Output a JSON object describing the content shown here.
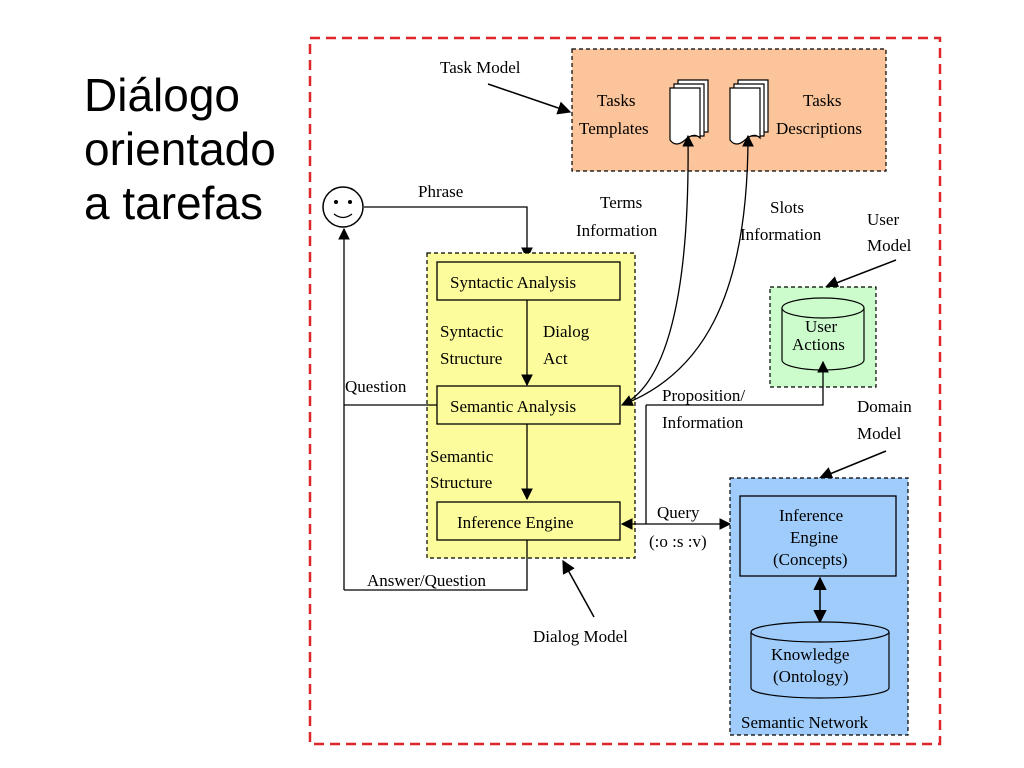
{
  "slide": {
    "title_lines": [
      "Diálogo",
      "orientado",
      "a tarefas"
    ]
  },
  "diagram": {
    "task_model_label": "Task Model",
    "tasks_templates": [
      "Tasks",
      "Templates"
    ],
    "tasks_descriptions": [
      "Tasks",
      "Descriptions"
    ],
    "phrase_label": "Phrase",
    "terms_information": [
      "Terms",
      "Information"
    ],
    "slots_information": [
      "Slots",
      "Information"
    ],
    "user_model_label": [
      "User",
      "Model"
    ],
    "syntactic_analysis": "Syntactic Analysis",
    "syntactic_structure": [
      "Syntactic",
      "Structure"
    ],
    "dialog_act": [
      "Dialog",
      "Act"
    ],
    "user_actions": [
      "User",
      "Actions"
    ],
    "question_label": "Question",
    "semantic_analysis": "Semantic Analysis",
    "proposition_information": [
      "Proposition/",
      "Information"
    ],
    "domain_model_label": [
      "Domain",
      "Model"
    ],
    "semantic_structure": [
      "Semantic",
      "Structure"
    ],
    "query_label": [
      "Query",
      "(:o :s :v)"
    ],
    "inference_engine": "Inference Engine",
    "inference_engine_concepts": [
      "Inference",
      "Engine",
      "(Concepts)"
    ],
    "answer_question_label": "Answer/Question",
    "dialog_model_label": "Dialog Model",
    "knowledge_ontology": [
      "Knowledge",
      "(Ontology)"
    ],
    "semantic_network_label": "Semantic Network",
    "colors": {
      "outer_border": "#e0262b",
      "task_model_fill": "#fbc49a",
      "dialog_model_fill": "#fcfc9c",
      "user_model_fill": "#ccfccc",
      "domain_model_fill": "#a0ccfb"
    }
  }
}
